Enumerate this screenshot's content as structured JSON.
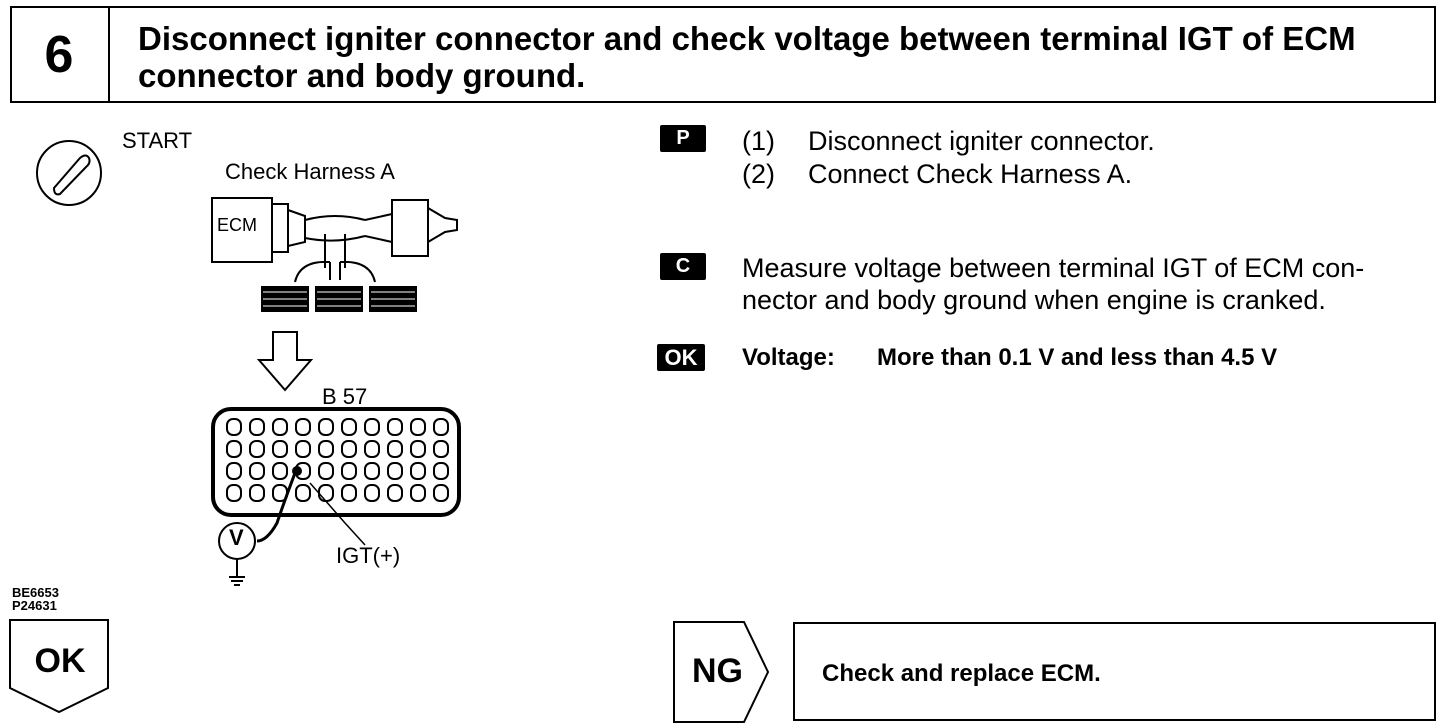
{
  "step": {
    "number": "6",
    "title": "Disconnect igniter connector and check voltage between terminal IGT of ECM connector and body ground."
  },
  "diagram": {
    "start_label": "START",
    "harness_label": "Check Harness A",
    "ecm_label": "ECM",
    "connector_label": "B 57",
    "meter_label": "V",
    "terminal_label": "IGT(+)",
    "figure_codes": [
      "BE6653",
      "P24631"
    ]
  },
  "procedure": {
    "tag": "P",
    "steps": [
      {
        "num": "(1)",
        "text": "Disconnect igniter connector."
      },
      {
        "num": "(2)",
        "text": "Connect Check Harness A."
      }
    ]
  },
  "check": {
    "tag": "C",
    "lines": [
      "Measure voltage between terminal IGT of ECM con-",
      "nector and body ground when engine is cranked."
    ]
  },
  "ok_spec": {
    "tag": "OK",
    "label": "Voltage:",
    "value": "More than 0.1 V and less than 4.5 V"
  },
  "flow": {
    "ok_label": "OK",
    "ng_label": "NG",
    "ng_action": "Check and replace ECM."
  }
}
